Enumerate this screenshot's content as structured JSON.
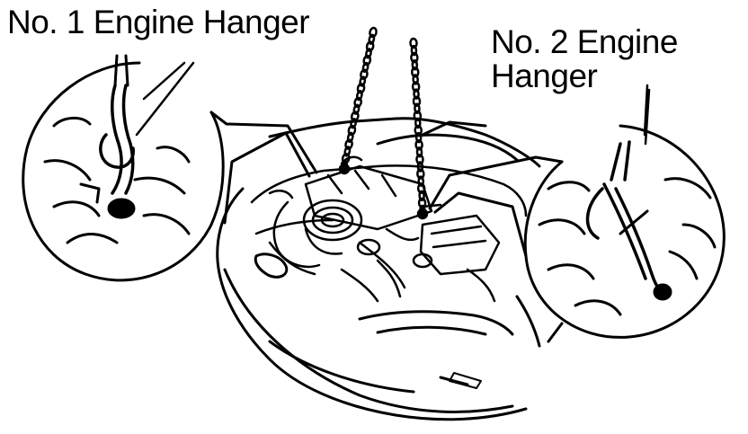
{
  "callouts": {
    "hanger1": "No. 1 Engine Hanger",
    "hanger2_line1": "No. 2 Engine",
    "hanger2_line2": "Hanger"
  },
  "colors": {
    "ink": "#000000",
    "paper": "#ffffff"
  }
}
